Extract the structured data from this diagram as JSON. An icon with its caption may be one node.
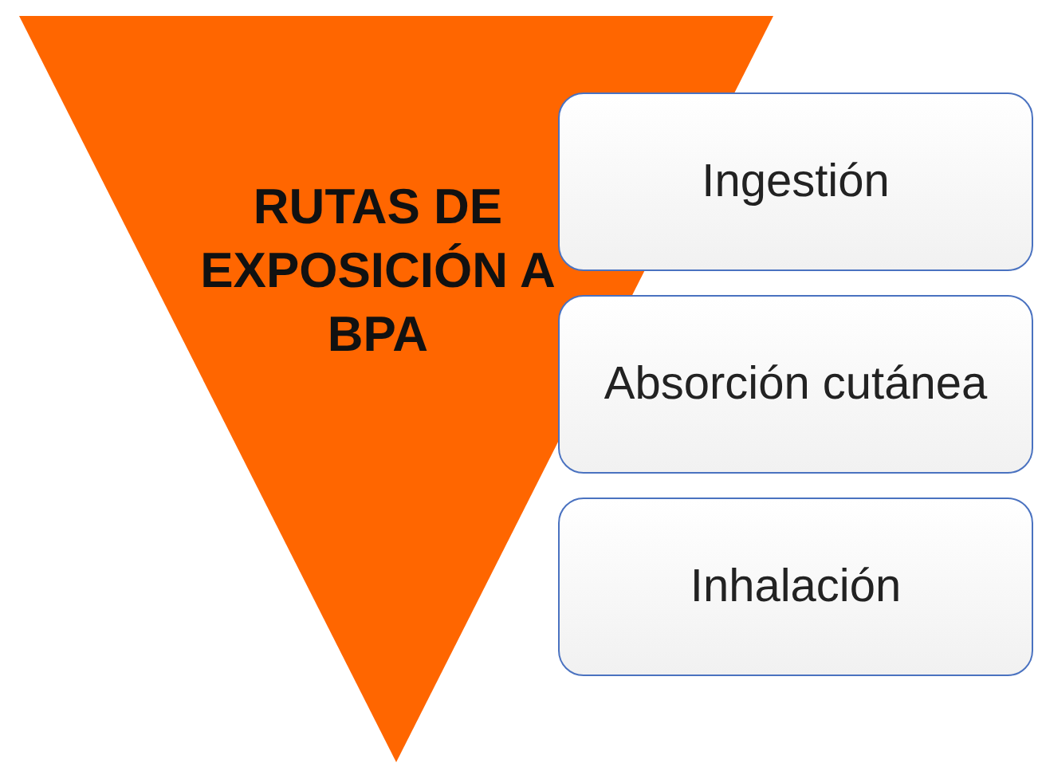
{
  "diagram": {
    "nodes": [
      {
        "text": [
          "RUTAS DE EXPOSICIÓN A BPA"
        ]
      },
      {
        "text": [
          "Ingestión"
        ]
      },
      {
        "text": [
          "Absorción cutánea"
        ]
      },
      {
        "text": [
          "Inhalación"
        ]
      }
    ]
  }
}
